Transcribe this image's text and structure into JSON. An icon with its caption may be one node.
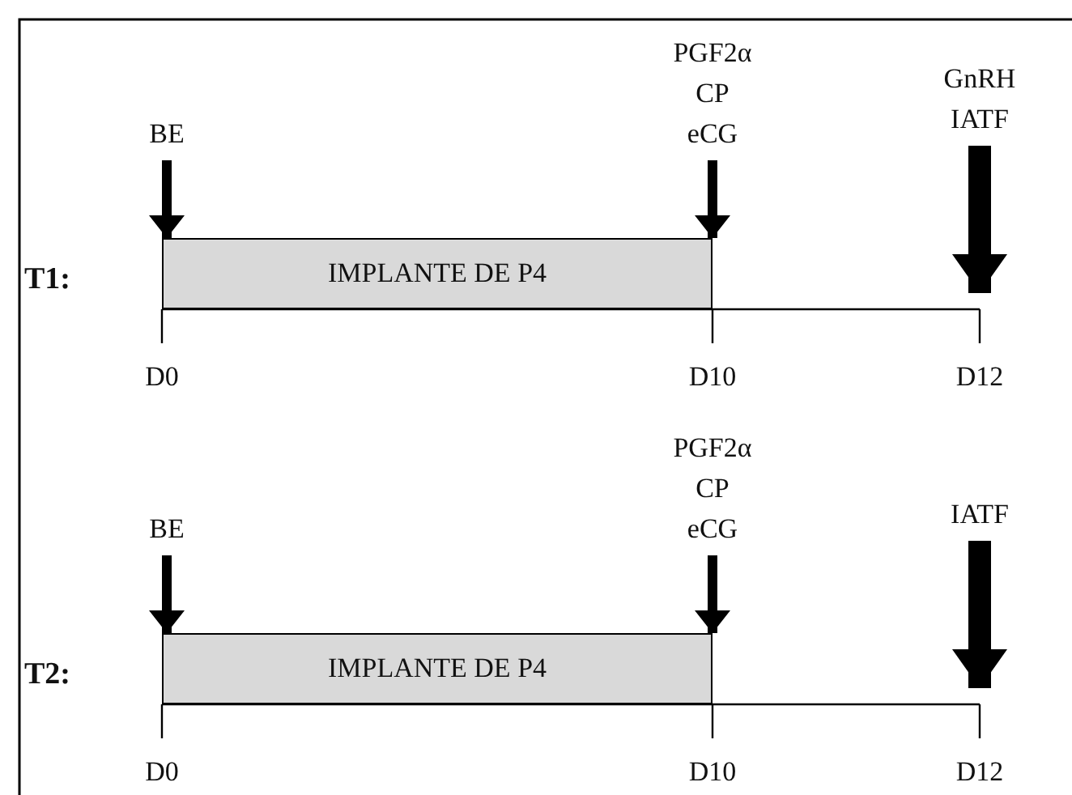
{
  "diagram": {
    "nodes": [
      {
        "text": [
          "BE"
        ]
      },
      {
        "text": [
          "PGF2α",
          "CP",
          "eCG"
        ]
      },
      {
        "text": [
          "GnRH",
          "IATF"
        ]
      },
      {
        "text": [
          "IMPLANTE DE P4"
        ]
      },
      {
        "text": [
          "BE"
        ]
      },
      {
        "text": [
          "PGF2α",
          "CP",
          "eCG"
        ]
      },
      {
        "text": [
          "IATF"
        ]
      },
      {
        "text": [
          "IMPLANTE DE P4"
        ]
      }
    ],
    "edges": [
      {
        "from": 0,
        "to": 3,
        "arrow": "to"
      },
      {
        "from": 1,
        "to": 3,
        "arrow": "to"
      },
      {
        "from": 2,
        "to": null,
        "arrow": "to",
        "style": "thick"
      },
      {
        "from": 4,
        "to": 7,
        "arrow": "to"
      },
      {
        "from": 5,
        "to": 7,
        "arrow": "to"
      },
      {
        "from": 6,
        "to": null,
        "arrow": "to",
        "style": "thick"
      }
    ],
    "labels": [
      "T1:",
      "D0",
      "D10",
      "D12",
      "T2:",
      "D0",
      "D10",
      "D12"
    ]
  }
}
